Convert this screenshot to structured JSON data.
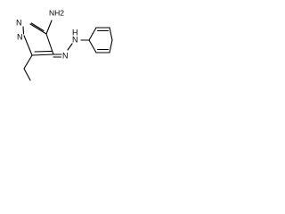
{
  "molecule": {
    "atoms": {
      "ring_n1": "N",
      "ring_n2": "N",
      "amino": "NH2",
      "azo_n1": "N",
      "hydrazo_n": "N",
      "hydrazo_h": "H"
    }
  },
  "colors": {
    "background": "#ffffff",
    "ink": "#000000"
  }
}
